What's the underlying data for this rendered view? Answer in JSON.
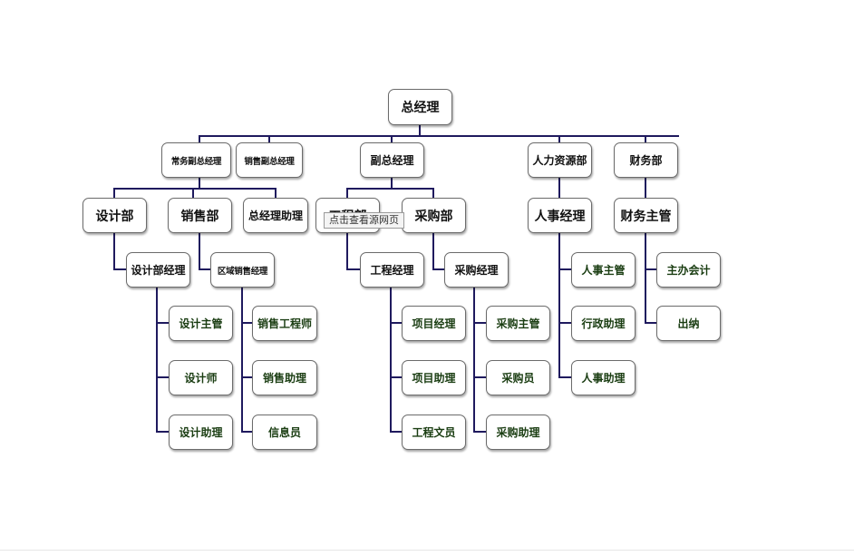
{
  "colors": {
    "connector": "#1f1a5e",
    "box_border": "#6b6b6b",
    "green_text": "#1a3d12"
  },
  "nodes": {
    "gm": "总经理",
    "exec_vp": "常务副总经理",
    "sales_vp": "销售副总经理",
    "vp": "副总经理",
    "hr_dept": "人力资源部",
    "finance_dept": "财务部",
    "design_dept": "设计部",
    "sales_dept": "销售部",
    "gm_assistant": "总经理助理",
    "eng_dept": "工程部",
    "purchase_dept": "采购部",
    "hr_manager": "人事经理",
    "finance_supervisor": "财务主管",
    "design_manager": "设计部经理",
    "regional_sales_manager": "区域销售经理",
    "eng_manager": "工程经理",
    "purchase_manager": "采购经理",
    "hr_supervisor": "人事主管",
    "chief_accountant": "主办会计",
    "design_supervisor": "设计主管",
    "sales_engineer": "销售工程师",
    "project_manager": "项目经理",
    "purchase_supervisor": "采购主管",
    "admin_assistant": "行政助理",
    "cashier": "出纳",
    "designer": "设计师",
    "sales_assistant": "销售助理",
    "project_assistant": "项目助理",
    "purchaser": "采购员",
    "hr_assistant": "人事助理",
    "design_assistant": "设计助理",
    "info_clerk": "信息员",
    "eng_clerk": "工程文员",
    "purchase_assistant": "采购助理"
  },
  "tooltip": "点击查看源网页"
}
